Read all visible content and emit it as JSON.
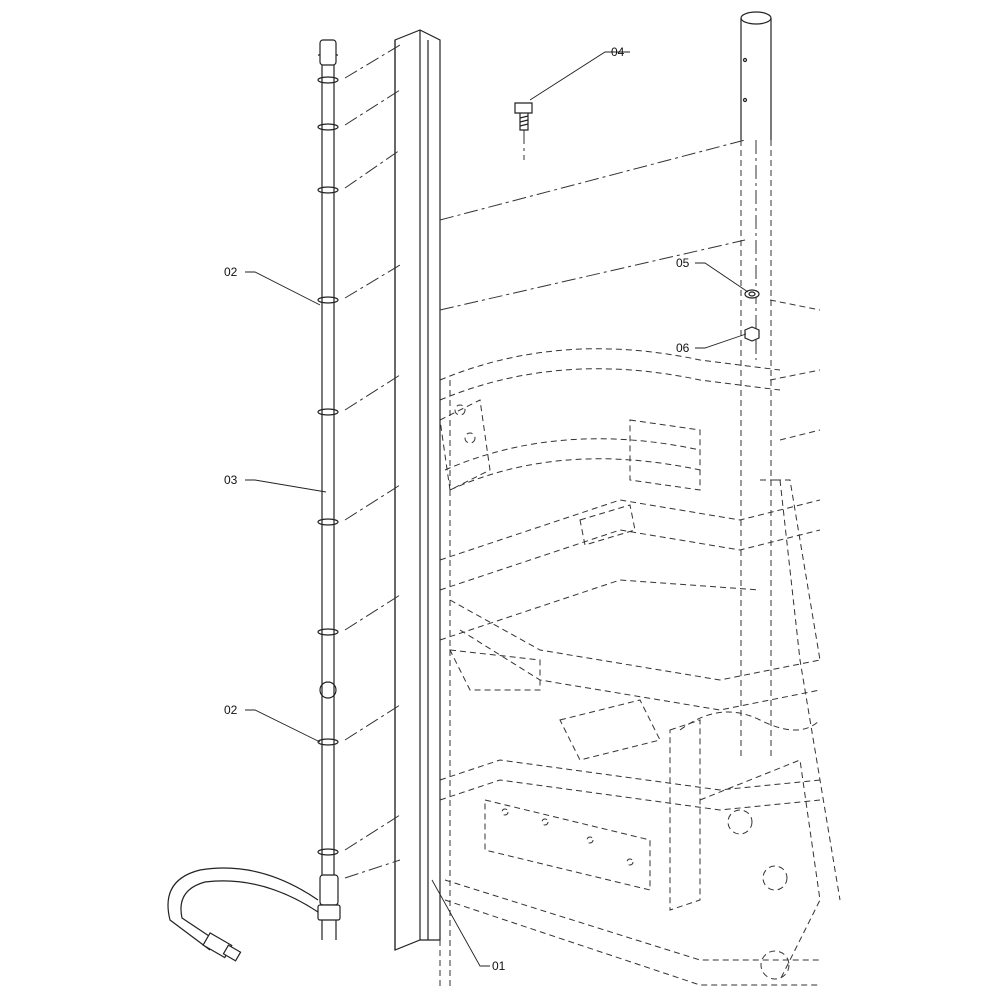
{
  "callouts": [
    {
      "id": "01"
    },
    {
      "id": "02"
    },
    {
      "id": "02"
    },
    {
      "id": "03"
    },
    {
      "id": "04"
    },
    {
      "id": "05"
    },
    {
      "id": "06"
    }
  ]
}
